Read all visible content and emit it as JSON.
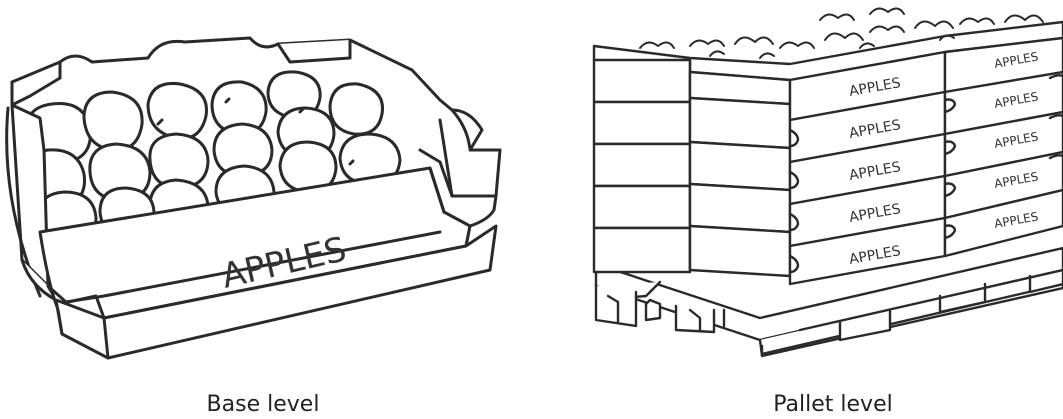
{
  "captions": {
    "base": "Base level",
    "pallet": "Pallet level"
  },
  "labels": {
    "crate": "APPLES"
  },
  "pallet_rows": 5,
  "colors": {
    "line": "#2a2a2a",
    "fill": "#ffffff",
    "background": "#ffffff"
  }
}
